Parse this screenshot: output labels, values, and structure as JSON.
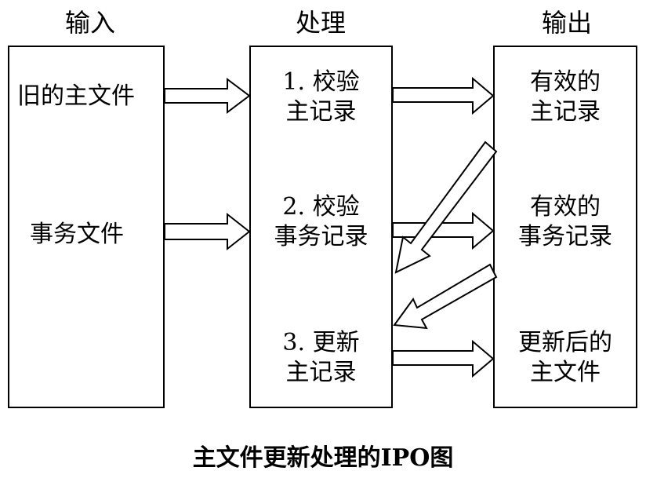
{
  "columns": {
    "input": "输入",
    "process": "处理",
    "output": "输出"
  },
  "inputs": [
    "旧的主文件",
    "事务文件"
  ],
  "process_steps": [
    {
      "line1": "1. 校验",
      "line2": "主记录"
    },
    {
      "line1": "2. 校验",
      "line2": "事务记录"
    },
    {
      "line1": "3. 更新",
      "line2": "主记录"
    }
  ],
  "outputs": [
    {
      "line1": "有效的",
      "line2": "主记录"
    },
    {
      "line1": "有效的",
      "line2": "事务记录"
    },
    {
      "line1": "更新后的",
      "line2": "主文件"
    }
  ],
  "caption": "主文件更新处理的IPO图"
}
